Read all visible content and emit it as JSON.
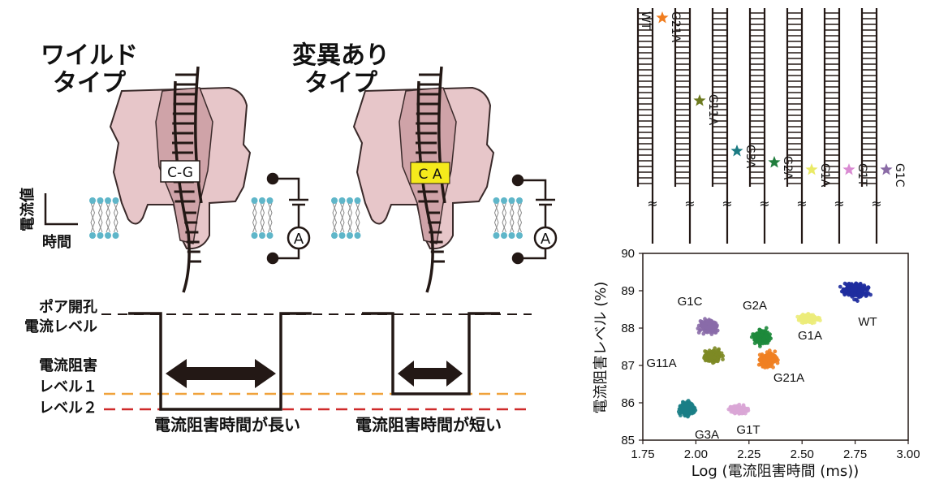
{
  "panel_a": {
    "wild_title_1": "ワイルド",
    "wild_title_2": "タイプ",
    "mutant_title_1": "変異あり",
    "mutant_title_2": "タイプ",
    "wild_pair": "C-G",
    "mutant_pair": "C A",
    "ammeter_symbol": "A",
    "scale_y": "電流値",
    "scale_x": "時間",
    "open_level_1": "ポア開孔",
    "open_level_2": "電流レベル",
    "block_level_1a": "電流阻害",
    "block_level_1b": "レベル１",
    "block_level_2": "レベル２",
    "long_caption": "電流阻害時間が長い",
    "short_caption": "電流阻害時間が短い",
    "colors": {
      "protein": "#e7c6c9",
      "protein_dark": "#cfa3a8",
      "lipid_head": "#5fb6c9",
      "mutant_highlight": "#f5ea1c",
      "level1": "#f0a23b",
      "level2": "#cf2a2a"
    }
  },
  "panel_b": {
    "strands": [
      {
        "id": "WT",
        "label": "WT",
        "star_color": "#f07d1f",
        "star_label": "G21A"
      },
      {
        "id": "G11A",
        "label": "",
        "star_color": "#6d7a1f",
        "star_label": "G11A"
      },
      {
        "id": "G3A",
        "label": "",
        "star_color": "#1b7b83",
        "star_label": "G3A"
      },
      {
        "id": "G2A",
        "label": "",
        "star_color": "#1f7d3c",
        "star_label": "G2A"
      },
      {
        "id": "G1A",
        "label": "",
        "star_color": "#eaea66",
        "star_label": "G1A"
      },
      {
        "id": "G1T",
        "label": "",
        "star_color": "#d98bd2",
        "star_label": "G1T"
      },
      {
        "id": "G1C",
        "label": "",
        "star_color": "#8a6ba6",
        "star_label": "G1C"
      }
    ],
    "break_symbol": "≈"
  },
  "chart_data": {
    "type": "scatter",
    "xlabel": "Log (電流阻害時間 (ms))",
    "ylabel": "電流阻害レベル (%)",
    "xlim": [
      1.75,
      3.0
    ],
    "ylim": [
      85,
      90
    ],
    "xticks": [
      "1.75",
      "2.00",
      "2.25",
      "2.50",
      "2.75",
      "3.00"
    ],
    "yticks": [
      "85",
      "86",
      "87",
      "88",
      "89",
      "90"
    ],
    "grid": false,
    "series": [
      {
        "name": "WT",
        "color": "#1f2e9e",
        "cx": 2.75,
        "cy": 89.0,
        "sx": 0.1,
        "sy": 0.33,
        "n": 260
      },
      {
        "name": "G1A",
        "color": "#ecec7a",
        "cx": 2.53,
        "cy": 88.25,
        "sx": 0.08,
        "sy": 0.18,
        "n": 180
      },
      {
        "name": "G2A",
        "color": "#1e8a3c",
        "cx": 2.31,
        "cy": 87.75,
        "sx": 0.07,
        "sy": 0.3,
        "n": 220
      },
      {
        "name": "G21A",
        "color": "#f08021",
        "cx": 2.34,
        "cy": 87.15,
        "sx": 0.07,
        "sy": 0.3,
        "n": 220
      },
      {
        "name": "G1C",
        "color": "#8a6ba8",
        "cx": 2.06,
        "cy": 88.05,
        "sx": 0.07,
        "sy": 0.3,
        "n": 200
      },
      {
        "name": "G11A",
        "color": "#7d8a25",
        "cx": 2.08,
        "cy": 87.25,
        "sx": 0.07,
        "sy": 0.28,
        "n": 200
      },
      {
        "name": "G3A",
        "color": "#1b7e86",
        "cx": 1.96,
        "cy": 85.85,
        "sx": 0.06,
        "sy": 0.3,
        "n": 190
      },
      {
        "name": "G1T",
        "color": "#d9a6d6",
        "cx": 2.2,
        "cy": 85.82,
        "sx": 0.07,
        "sy": 0.18,
        "n": 170
      }
    ],
    "point_labels": [
      "G1C",
      "G2A",
      "G1A",
      "WT",
      "G11A",
      "G21A",
      "G3A",
      "G1T"
    ]
  }
}
